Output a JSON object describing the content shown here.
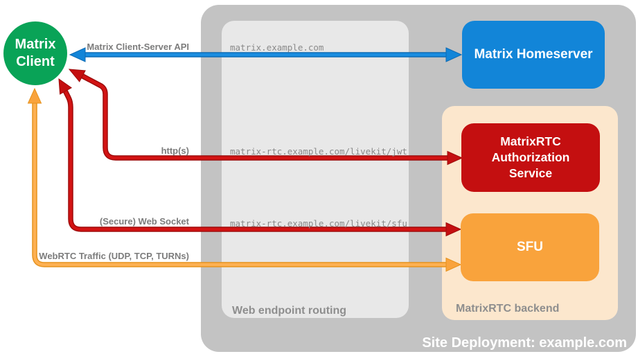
{
  "diagram": {
    "title": "Site Deployment: example.com",
    "nodes": {
      "client": {
        "label": "Matrix Client"
      },
      "homeserver": {
        "label": "Matrix Homeserver"
      },
      "auth": {
        "label": "MatrixRTC Authorization Service"
      },
      "sfu": {
        "label": "SFU"
      }
    },
    "groups": {
      "routing": {
        "label": "Web endpoint routing"
      },
      "backend": {
        "label": "MatrixRTC backend"
      }
    },
    "endpoints": [
      "matrix.example.com",
      "matrix-rtc.example.com/livekit/jwt",
      "matrix-rtc.example.com/livekit/sfu"
    ],
    "arrows": [
      {
        "label": "Matrix Client-Server API",
        "color": "#1285d8",
        "from": "Matrix Client",
        "to": "Matrix Homeserver"
      },
      {
        "label": "http(s)",
        "color": "#c40f10",
        "from": "Matrix Client",
        "to": "MatrixRTC Authorization Service"
      },
      {
        "label": "(Secure) Web Socket",
        "color": "#c40f10",
        "from": "Matrix Client",
        "to": "SFU"
      },
      {
        "label": "WebRTC Traffic (UDP, TCP, TURNs)",
        "color": "#f9a33c",
        "from": "Matrix Client",
        "to": "SFU"
      }
    ],
    "colors": {
      "client_green": "#09a357",
      "homeserver_blue": "#1285d8",
      "auth_red": "#c40f10",
      "sfu_orange": "#f9a33c",
      "backend_peach": "#fce7cd",
      "site_gray": "#c3c3c3",
      "routing_gray": "#e8e8e8",
      "label_gray": "#7c7c7c"
    }
  }
}
